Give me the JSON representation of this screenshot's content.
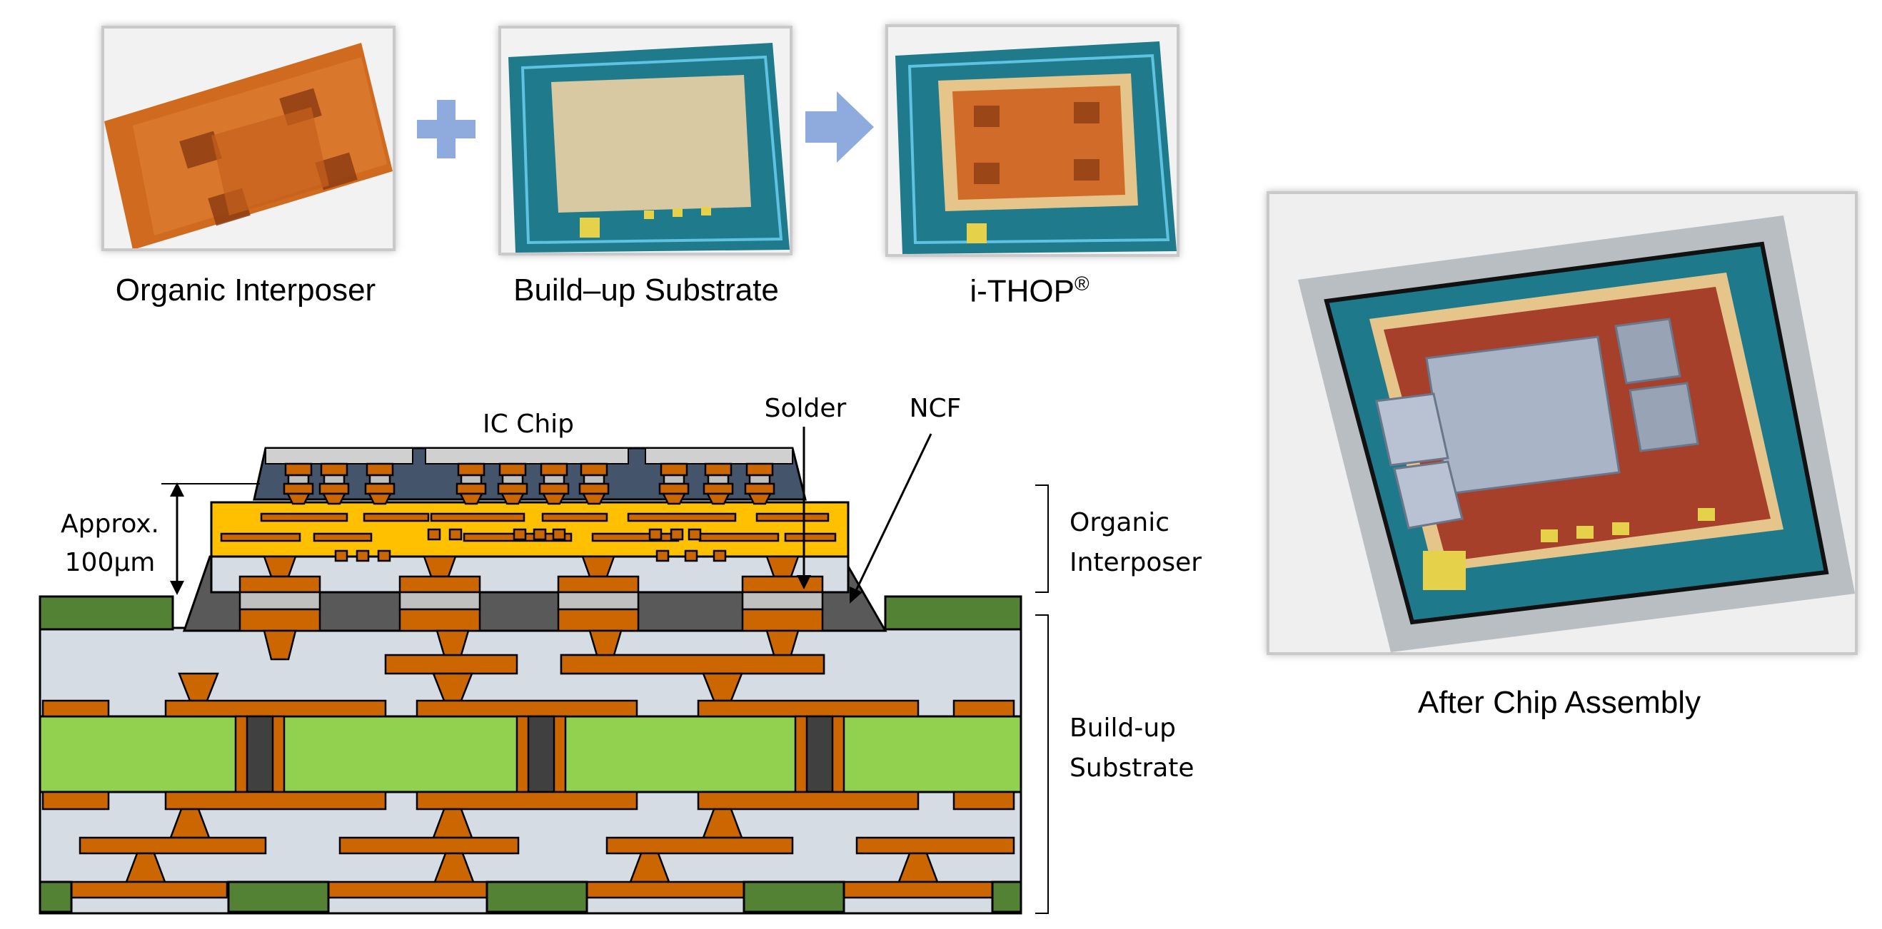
{
  "captions": {
    "organic_interposer": "Organic Interposer",
    "buildup_substrate": "Build–up Substrate",
    "ithop": "i-THOP",
    "ithop_mark": "®",
    "after_assembly": "After Chip Assembly"
  },
  "diagram": {
    "ic_chip": "IC Chip",
    "solder": "Solder",
    "ncf": "NCF",
    "approx_line1": "Approx.",
    "approx_line2": "100μm",
    "organic_line1": "Organic",
    "organic_line2": "Interposer",
    "buildup_line1": "Build-up",
    "buildup_line2": "Substrate"
  },
  "colors": {
    "copper": "#cc6600",
    "interposer_yellow": "#ffc000",
    "core_green": "#92d050",
    "solder_resist": "#548235",
    "dielectric": "#d6dce4",
    "chip_body": "#44546a",
    "ncf": "#595959",
    "arrow_blue": "#8faadc"
  },
  "icons": [
    "plus-icon",
    "right-arrow-icon"
  ]
}
